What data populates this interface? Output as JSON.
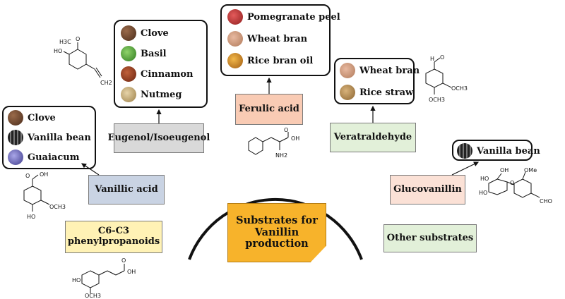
{
  "center": {
    "label_line1": "Substrates for",
    "label_line2": "Vanillin",
    "label_line3": "production"
  },
  "categories": {
    "eugenol": "Eugenol/Isoeugenol",
    "ferulic": "Ferulic acid",
    "veratraldehyde": "Veratraldehyde",
    "vanillic": "Vanillic acid",
    "glucovanillin": "Glucovanillin",
    "c6c3_line1": "C6-C3",
    "c6c3_line2": "phenylpropanoids",
    "other": "Other substrates"
  },
  "sources": {
    "eugenol": [
      "Clove",
      "Basil",
      "Cinnamon",
      "Nutmeg"
    ],
    "ferulic": [
      "Pomegranate peel",
      "Wheat bran",
      "Rice bran oil"
    ],
    "veratraldehyde": [
      "Wheat bran",
      "Rice straw"
    ],
    "vanillic": [
      "Clove",
      "Vanilla bean",
      "Guaiacum"
    ],
    "glucovanillin": [
      "Vanilla bean"
    ]
  },
  "molecule_labels": {
    "eugenol_methoxy": "H3C",
    "eugenol_o": "O",
    "eugenol_ho": "HO",
    "eugenol_ch2": "CH2",
    "phe_oh": "OH",
    "phe_o": "O",
    "phe_nh2": "NH2",
    "ver_h": "H",
    "ver_o": "O",
    "ver_och3_a": "OCH3",
    "ver_och3_b": "OCH3",
    "van_oh": "OH",
    "van_o": "O",
    "van_och3": "OCH3",
    "van_ho": "HO",
    "glu_ome": "OMe",
    "glu_oh": "OH",
    "glu_ho1": "HO",
    "glu_ho2": "HO",
    "glu_o": "O",
    "glu_cho": "CHO",
    "fer_oh": "OH",
    "fer_o": "O",
    "fer_ho": "HO",
    "fer_och3": "OCH3"
  },
  "colors": {
    "center_fill": "#f7b32b",
    "eugenol_fill": "#d9d9d9",
    "ferulic_fill": "#f9cbb4",
    "veratraldehyde_fill": "#e2f0d9",
    "vanillic_fill": "#c9d3e3",
    "glucovanillin_fill": "#fbe1d6",
    "c6c3_fill": "#fff2b5",
    "other_fill": "#e2f0d9"
  }
}
